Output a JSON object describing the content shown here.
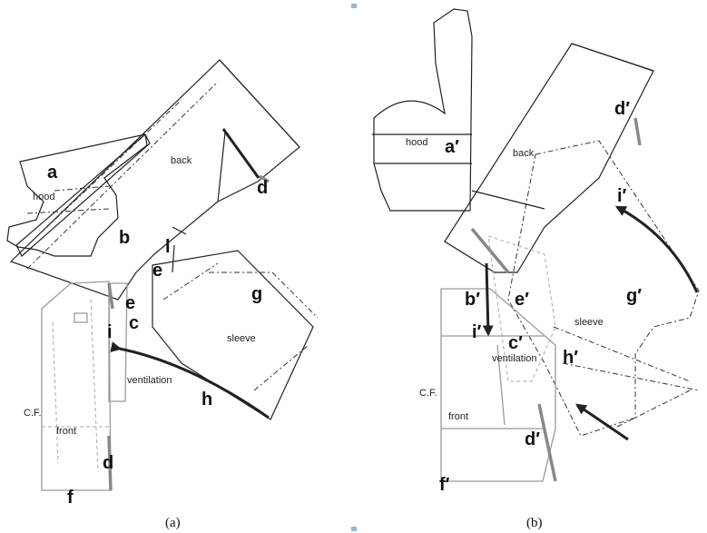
{
  "panel_a": {
    "caption": "(a)",
    "pieces": {
      "hood": "hood",
      "back": "back",
      "sleeve": "sleeve",
      "ventilation": "ventilation",
      "cf": "C.F.",
      "front": "front"
    },
    "markers": {
      "a": "a",
      "b": "b",
      "c": "c",
      "d_top": "d",
      "d_bottom": "d",
      "e_top": "e",
      "e_mid": "e",
      "f": "f",
      "g": "g",
      "h": "h",
      "i": "i",
      "l": "l"
    }
  },
  "panel_b": {
    "caption": "(b)",
    "pieces": {
      "hood": "hood",
      "back": "back",
      "sleeve": "sleeve",
      "ventilation": "ventilation",
      "cf": "C.F.",
      "front": "front"
    },
    "markers": {
      "a": "a′",
      "b": "b′",
      "c": "c′",
      "d_top": "d′",
      "d_bottom": "d′",
      "e": "e′",
      "f": "f′",
      "g": "g′",
      "h": "h′",
      "i_top": "i′",
      "i_mid": "i′"
    }
  },
  "colors": {
    "line": "#222222",
    "grey_line": "#9a9a9a",
    "marker": "#9ab4d6"
  }
}
